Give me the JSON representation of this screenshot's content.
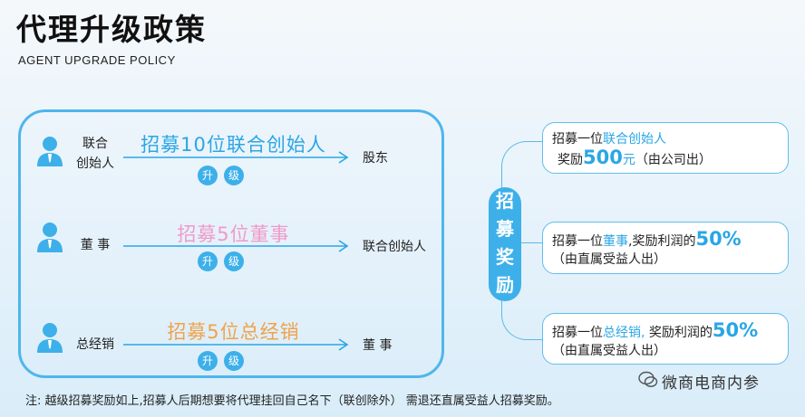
{
  "header": {
    "title": "代理升级政策",
    "subtitle": "AGENT UPGRADE POLICY"
  },
  "colors": {
    "accent": "#3db0ea",
    "recruit_1": "#2aa6e6",
    "recruit_2": "#f09ac7",
    "recruit_3": "#f0a24a"
  },
  "upgrades": [
    {
      "role_line1": "联合",
      "role_line2": "创始人",
      "recruit": "招募10位联合创始人",
      "target": "股东",
      "badge1": "升",
      "badge2": "级"
    },
    {
      "role": "董 事",
      "recruit": "招募5位董事",
      "target": "联合创始人",
      "badge1": "升",
      "badge2": "级"
    },
    {
      "role": "总经销",
      "recruit": "招募5位总经销",
      "target": "董 事",
      "badge1": "升",
      "badge2": "级"
    }
  ],
  "reward_label": [
    "招",
    "募",
    "奖",
    "励"
  ],
  "rewards": [
    {
      "prefix": "招募一位",
      "role": "联合创始人",
      "line2_pre": "奖励",
      "amount": "500",
      "unit": "元",
      "note": "（由公司出）"
    },
    {
      "prefix": "招募一位",
      "role": "董事",
      "mid": ",奖励利润的",
      "percent": "50%",
      "note": "（由直属受益人出）"
    },
    {
      "prefix": "招募一位",
      "role": "总经销,",
      "mid": " 奖励利润的",
      "percent": "50%",
      "note": "（由直属受益人出）"
    }
  ],
  "footer": "注: 越级招募奖励如上,招募人后期想要将代理挂回自己名下（联创除外） 需退还直属受益人招募奖励。",
  "watermark": "微商电商内参"
}
